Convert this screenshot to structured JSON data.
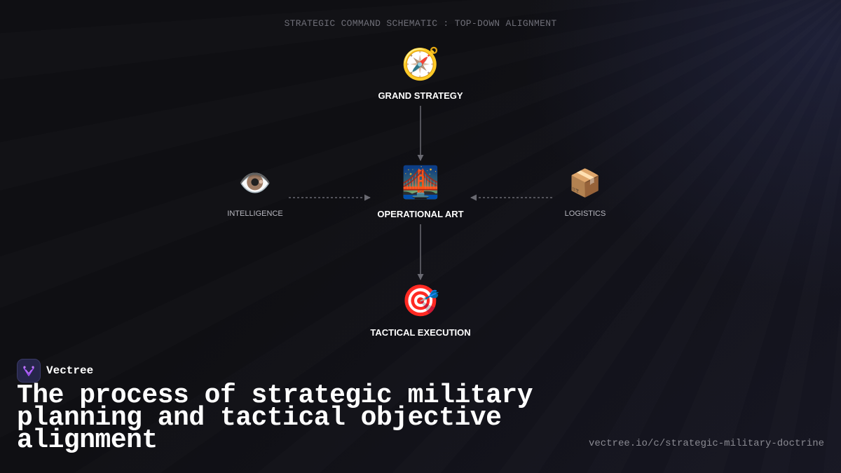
{
  "diagram": {
    "title": "STRATEGIC COMMAND SCHEMATIC : TOP-DOWN ALIGNMENT",
    "nodes": {
      "grand_strategy": {
        "icon": "🧭",
        "icon_name": "compass-icon",
        "label": "GRAND STRATEGY"
      },
      "operational_art": {
        "icon": "🌉",
        "icon_name": "bridge-at-night-icon",
        "label": "OPERATIONAL ART"
      },
      "tactical_execution": {
        "icon": "🎯",
        "icon_name": "target-icon",
        "label": "TACTICAL EXECUTION"
      },
      "intelligence": {
        "icon": "👁️",
        "icon_name": "eye-icon",
        "label": "INTELLIGENCE"
      },
      "logistics": {
        "icon": "📦",
        "icon_name": "package-icon",
        "label": "LOGISTICS"
      }
    },
    "edges": [
      {
        "from": "grand_strategy",
        "to": "operational_art",
        "style": "solid"
      },
      {
        "from": "operational_art",
        "to": "tactical_execution",
        "style": "solid"
      },
      {
        "from": "intelligence",
        "to": "operational_art",
        "style": "dashed"
      },
      {
        "from": "logistics",
        "to": "operational_art",
        "style": "dashed"
      }
    ]
  },
  "footer": {
    "brand_name": "Vectree",
    "headline": "The process of strategic military planning and tactical objective alignment",
    "source_url": "vectree.io/c/strategic-military-doctrine"
  },
  "colors": {
    "background": "#0f0f13",
    "connector": "#6a6a72",
    "brand_accent": "#a64dff"
  }
}
